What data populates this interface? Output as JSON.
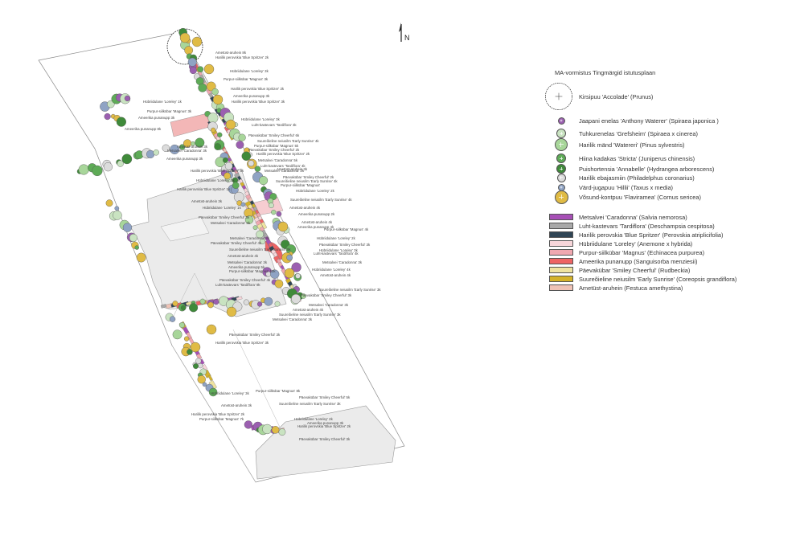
{
  "map": {
    "north_label": "N",
    "plant_labels": [
      "Ametüst-aruhein 8k",
      "Harilik perovskia 'Blue Spritzer' 2k",
      "Hübriidulane 'Loreley' 3k",
      "Purpur-siilkübar 'Magnus' 3k",
      "Harilik perovskia 'Blue Spritzer' 2k",
      "Ameerika punanupp 3k",
      "Harilik perovskia 'Blue Spritzer' 3k",
      "Hübriidulane 'Loreley' 1k",
      "Purpur-siilkübar 'Magnus' 3k",
      "Ameerika punanupp 3k",
      "Hübriidulane 'Loreley' 3k",
      "Luht-kastevars 'Tardiflora' 3k",
      "Päevakübar 'Smiley Cheerful' 6k",
      "Suureõieline neiusilm 'Early Sunrise' 4k",
      "Purpur-siilkübar 'Magnus' 5k",
      "Päevakübar 'Smiley Cheerful' 2k",
      "Harilik perovskia 'Blue Spritzer' 2k",
      "Metsalvei 'Caradonna' 5k",
      "Luht-kastevars 'Tardiflora' 4k",
      "Ametüst-aruhein 3k",
      "Ameerika punanupp 8k",
      "Ametüst-aruhein 3k",
      "Metsalvei 'Caradonna' 3k",
      "Ameerika punanupp 3k",
      "Harilik perovskia 'Blue Spritzer' 5k",
      "Hübriidulane 'Loreley' 2k",
      "Harilik perovskia 'Blue Spritzer' 1k",
      "Metsalvei 'Caradonna' 2k",
      "Päevakübar 'Smiley Cheerful' 2k",
      "Suureõieline neiusilm 'Early Sunrise' 4k",
      "Purpur-siilkübar 'Magnus'",
      "Hübriidulane 'Loreley' 2k",
      "Suureõieline neiusilm 'Early Sunrise' 4k",
      "Ametüst-aruhein 3k",
      "Hübriidulane 'Loreley' 1k",
      "Ametüst-aruhein 4k",
      "Ameerika punanupp 2k",
      "Päevakübar 'Smiley Cheerful' 3k",
      "Ametüst-aruhein 4k",
      "Metsalvei 'Caradonna' 3k",
      "Ameerika punanupp 4k",
      "Metsalvei 'Caradonna' 8k",
      "Purpur-siilkübar 'Magnus' 4k",
      "Hübriidulane 'Loreley' 2k",
      "Päevakübar 'Smiley Cheerful' 3k",
      "Hübriidulane 'Loreley' 3k",
      "Päevakübar 'Smiley Cheerful' 4k",
      "Suureõieline neiusilm 'Early Sunrise' 8k",
      "Luht-kastevars 'Tardiflora' 4k",
      "Ametüst-aruhein 4k",
      "Metsalvei 'Caradonna' 3k",
      "Metsalvei 'Caradonna' 3k",
      "Ameerika punanupp 5k",
      "Hübriidulane 'Loreley' 4k",
      "Purpur-siilkübar 'Magnus' 13k",
      "Ametüst-aruhein 4k",
      "Päevakübar 'Smiley Cheerful' 4k",
      "Luht-kastevars 'Tardiflora' 9k",
      "Suureõieline neiusilm 'Early Sunrise' 3k",
      "Päevakübar 'Smiley Cheerful' 3k",
      "Metsalvei 'Caradonna' 3k",
      "Ametüst-aruhein 4k",
      "Suureõieline neiusilm 'Early Sunrise' 3k",
      "Metsalvei 'Caradonna' 3k",
      "Päevakübar 'Smiley Cheerful' 3k",
      "Harilik perovskia 'Blue Spritzer' 3k",
      "Hübriidulane 'Loreley' 3k",
      "Purpur-siilkübar 'Magnus' 8k",
      "Päevakübar 'Smiley Cheerful' 5k",
      "Suureõieline neiusilm 'Early Sunrise' 3k",
      "Ametüst-aruhein 3k",
      "Hübriidulane 'Loreley' 2k",
      "Harilik perovskia 'Blue Spritzer' 2k",
      "Purpur-siilkübar 'Magnus' 7k",
      "Ameerika punanupp 3k",
      "Harilik perovskia 'Blue Spritzer' 2k",
      "Päevakübar 'Smiley Cheerful' 3k"
    ]
  },
  "legend": {
    "title": "MA-vormistus Tingmärgid istutusplaan",
    "trees": [
      {
        "label": "Kirsipuu 'Accolade' (Prunus)",
        "icon": "large-tree-circle",
        "color": "#ffffff"
      }
    ],
    "shrubs": [
      {
        "label": "Jaapani enelas 'Anthony Waterer' (Spiraea japonica )",
        "color": "#9b5fb0"
      },
      {
        "label": "Tuhkurenelas 'Grefsheim' (Spiraea x cinerea)",
        "color": "#c9e3c1"
      },
      {
        "label": "Harilik mänd 'Watereri' (Pinus sylvestris)",
        "color": "#a8d69a"
      },
      {
        "label": "Hiina kadakas 'Stricta' (Juniperus chinensis)",
        "color": "#5eab57"
      },
      {
        "label": "Puishortensia 'Annabelle' (Hydrangea arborescens)",
        "color": "#3f8a3a"
      },
      {
        "label": "Harilik ebajasmiin (Philadelphus coronarius)",
        "color": "#dcdcdc"
      },
      {
        "label": "Värd-jugapuu 'Hillii' (Taxus x media)",
        "color": "#8fa3c4"
      },
      {
        "label": "Võsund-kontpuu 'Flaviramea' (Cornus sericea)",
        "color": "#e0bb45"
      }
    ],
    "perennials": [
      {
        "label": "Metsalvei 'Caradonna' (Salvia nemorosa)",
        "color": "#a64fb5"
      },
      {
        "label": "Luht-kastevars 'Tardiflora' (Deschampsia cespitosa)",
        "color": "#a9a9a9"
      },
      {
        "label": "Harilik perovskia 'Blue Spritzer' (Perovskia atriplicifolia)",
        "color": "#2f4555"
      },
      {
        "label": "Hübriidulane 'Loreley' (Anemone x hybrida)",
        "color": "#f7d6da"
      },
      {
        "label": "Purpur-siilkübar 'Magnus' (Echinacea purpurea)",
        "color": "#f0a8b0"
      },
      {
        "label": "Ameerika punanupp (Sanguisorba menziesii)",
        "color": "#ee6464"
      },
      {
        "label": "Päevakübar 'Smiley Cheerful' (Rudbeckia)",
        "color": "#efe3a0"
      },
      {
        "label": "Suureõieline neiusilm 'Early Sunrise' (Coreopsis grandiflora)",
        "color": "#d4b22a"
      },
      {
        "label": "Ametüst-aruhein (Festuca amethystina)",
        "color": "#efc3b6"
      }
    ]
  }
}
